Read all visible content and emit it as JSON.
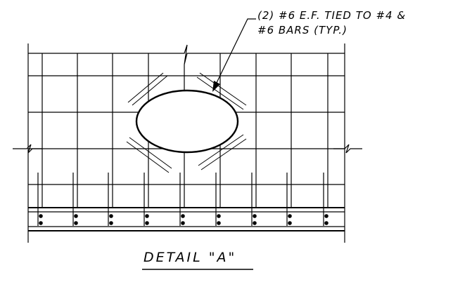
{
  "callout": {
    "line1": "(2) #6 E.F. TIED TO #4 &",
    "line2": "#6 BARS (TYP.)"
  },
  "detail": {
    "title": "DETAIL \"A\""
  },
  "colors": {
    "ink": "#000000",
    "paper": "#ffffff"
  }
}
